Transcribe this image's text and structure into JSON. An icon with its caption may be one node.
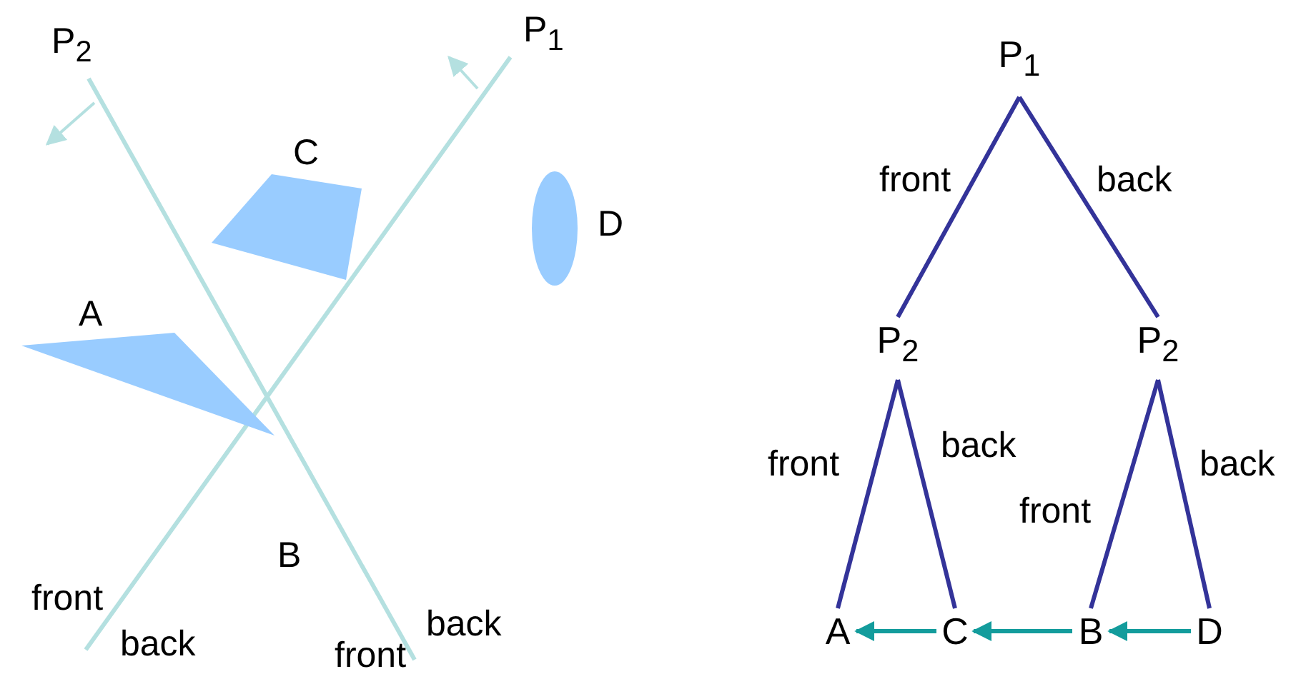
{
  "diagram": {
    "nodes": [
      {
        "text": [],
        "shape": "quadrilateral",
        "beside": [
          "C"
        ]
      },
      {
        "text": [],
        "shape": "ellipse",
        "beside": [
          "D"
        ]
      },
      {
        "text": [],
        "shape": "triangle",
        "beside": [
          "A"
        ]
      },
      {
        "text": [
          "P$_{1}$"
        ]
      },
      {
        "text": [
          "P$_{2}$"
        ]
      },
      {
        "text": [
          "P$_{2}$"
        ]
      },
      {
        "text": [
          "A"
        ]
      },
      {
        "text": [
          "C"
        ]
      },
      {
        "text": [
          "B"
        ]
      },
      {
        "text": [
          "D"
        ]
      }
    ],
    "edges": [
      {
        "from": 3,
        "to": 4,
        "arrow": "none",
        "label": "front"
      },
      {
        "from": 3,
        "to": 5,
        "arrow": "none",
        "label": "back"
      },
      {
        "from": 4,
        "to": 6,
        "arrow": "none",
        "label": "front"
      },
      {
        "from": 4,
        "to": 7,
        "arrow": "none",
        "label": "back"
      },
      {
        "from": 5,
        "to": 8,
        "arrow": "none",
        "label": "front"
      },
      {
        "from": 5,
        "to": 9,
        "arrow": "none",
        "label": "back"
      },
      {
        "from": 7,
        "to": 6,
        "arrow": "to",
        "color": "#139c9c"
      },
      {
        "from": 8,
        "to": 7,
        "arrow": "to",
        "color": "#139c9c"
      },
      {
        "from": 9,
        "to": 8,
        "arrow": "to",
        "color": "#139c9c"
      }
    ],
    "labels": [
      "P$_{2}$",
      "P$_{1}$",
      "B",
      "front",
      "back",
      "back",
      "front"
    ]
  }
}
